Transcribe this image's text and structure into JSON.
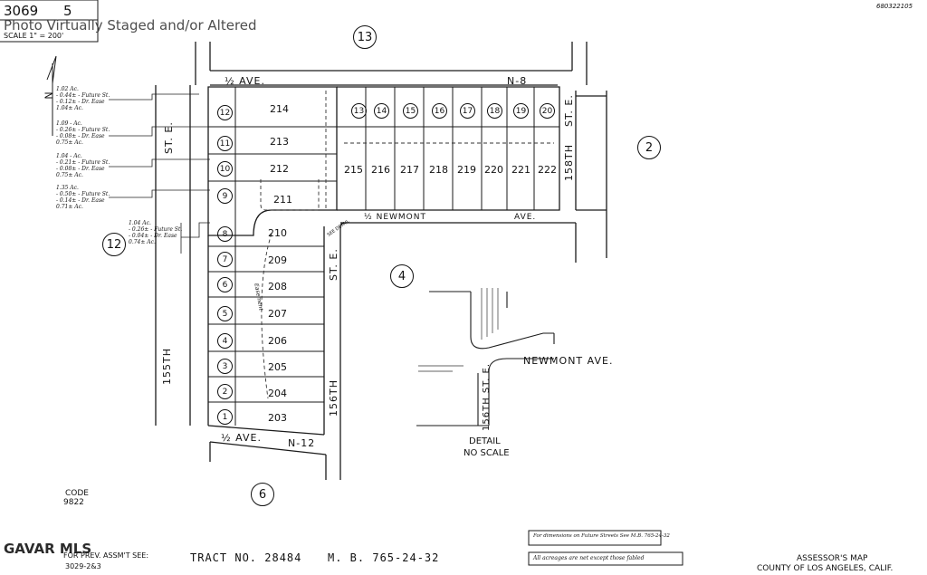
{
  "header": {
    "book_page": "3069",
    "sheet_number": "5",
    "scale": "SCALE 1\" = 200'",
    "watermark": "Photo Virtually Staged and/or Altered",
    "corner_code": "680322105"
  },
  "streets": {
    "n8_left": "½ AVE.",
    "n8_right": "N-8",
    "n12_left": "½ AVE.",
    "n12_right": "N-12",
    "newmont": "½ NEWMONT",
    "newmont_ave": "AVE.",
    "st155_a": "155TH",
    "st155_b": "ST. E.",
    "st156_a": "156TH",
    "st156_b": "ST. E.",
    "st158_a": "158TH",
    "st158_b": "ST. E."
  },
  "map_sheets": [
    {
      "id": "13"
    },
    {
      "id": "2"
    },
    {
      "id": "4"
    },
    {
      "id": "6"
    },
    {
      "id": "12"
    }
  ],
  "parcels": {
    "north_block": [
      "214",
      "213",
      "212",
      "211"
    ],
    "east_block": [
      "215",
      "216",
      "217",
      "218",
      "219",
      "220",
      "221",
      "222"
    ],
    "west_block": [
      "210",
      "209",
      "208",
      "207",
      "206",
      "205",
      "204",
      "203"
    ],
    "west_lots": [
      "12",
      "11",
      "10",
      "9",
      "8",
      "7",
      "6",
      "5",
      "4",
      "3",
      "2",
      "1"
    ],
    "east_lots": [
      "13",
      "14",
      "15",
      "16",
      "17",
      "18",
      "19",
      "20"
    ]
  },
  "acreage_notes": [
    [
      "1.02 Ac.",
      "- 0.44± - Future St.",
      "- 0.12± - Dr. Ease",
      "1.04± Ac."
    ],
    [
      "1.09 - Ac.",
      "- 0.26± - Future St.",
      "- 0.08± - Dr. Ease",
      "0.75± Ac."
    ],
    [
      "1.04 - Ac.",
      "- 0.21± - Future St.",
      "- 0.08± - Dr. Ease",
      "0.75± Ac."
    ],
    [
      "1.35 Ac.",
      "- 0.50± - Future St.",
      "- 0.14± - Dr. Ease",
      "0.71± Ac."
    ],
    [
      "1.04 Ac.",
      "- 0.26± - Future St.",
      "- 0.04± - Dr. Ease",
      "0.74± Ac."
    ]
  ],
  "detail": {
    "street": "NEWMONT AVE.",
    "side_street": "156TH ST. E.",
    "title": "DETAIL",
    "subtitle": "NO SCALE",
    "inset_label": "SEE DETAIL"
  },
  "misc": {
    "code_label": "CODE",
    "code_value": "9822",
    "ease_label": "Easement"
  },
  "footer": {
    "prev_label": "FOR PREV. ASSM'T SEE:",
    "prev_value": "3029-2&3",
    "tract": "TRACT  NO. 28484",
    "mb": "M. B.  765-24-32",
    "note1": "For dimensions on Future Streets See M.B. 765-24-32",
    "note2": "All acreages are net except those fabled",
    "assessor": "ASSESSOR'S MAP",
    "county": "COUNTY OF LOS ANGELES, CALIF.",
    "mls": "GAVAR MLS"
  }
}
